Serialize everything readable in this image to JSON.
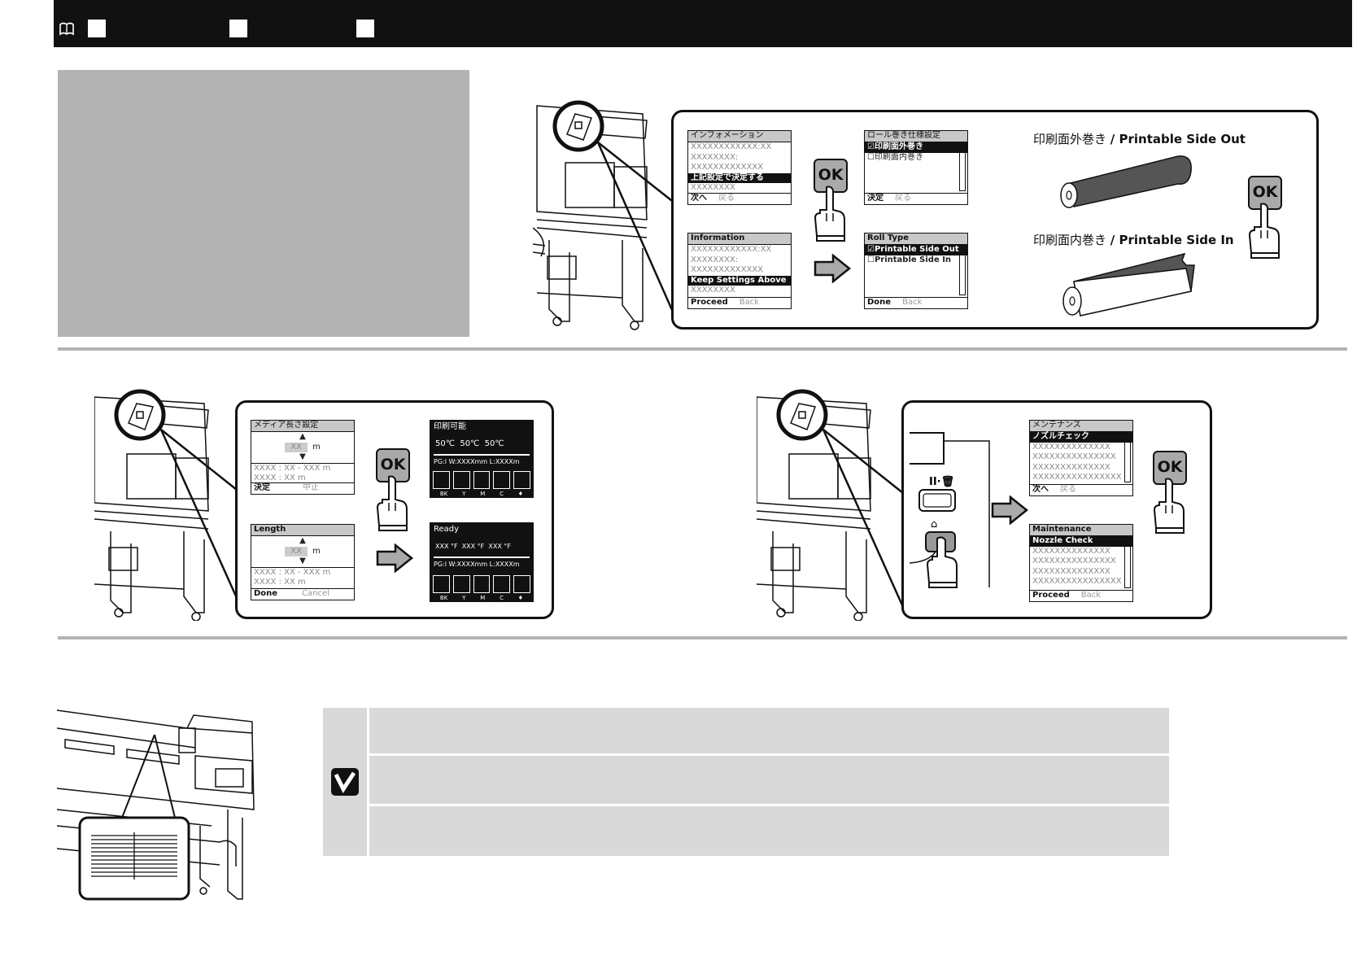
{
  "section1": {
    "lcd_jp_info": {
      "title": "インフォメーション",
      "rows": [
        "XXXXXXXXXXXX:XX",
        "XXXXXXXX:",
        "XXXXXXXXXXXXX",
        "上記設定で決定する",
        "XXXXXXXX"
      ],
      "footer_ok": "次へ",
      "footer_back": "戻る"
    },
    "lcd_en_info": {
      "title": "Information",
      "rows": [
        "XXXXXXXXXXXX:XX",
        "XXXXXXXX:",
        "XXXXXXXXXXXXX",
        "Keep Settings Above",
        "XXXXXXXX"
      ],
      "footer_ok": "Proceed",
      "footer_back": "Back"
    },
    "lcd_jp_roll": {
      "title": "ロール巻き仕様設定",
      "rows": [
        "☑印刷面外巻き",
        "☐印刷面内巻き"
      ],
      "footer_ok": "決定",
      "footer_back": "戻る"
    },
    "lcd_en_roll": {
      "title": "Roll Type",
      "rows": [
        "☑Printable Side Out",
        "☐Printable Side In"
      ],
      "footer_ok": "Done",
      "footer_back": "Back"
    },
    "ok_label": "OK",
    "caption_out_jp": "印刷面外巻き",
    "caption_out_en": "/ Printable Side Out",
    "caption_in_jp": "印刷面内巻き",
    "caption_in_en": "/ Printable Side In"
  },
  "section2": {
    "lcd_jp_length": {
      "title": "メディア長さ設定",
      "value": "XX",
      "unit": "m",
      "range_rows": [
        "XXXX  :  XX - XXX m",
        "XXXX  :  XX m"
      ],
      "footer_ok": "決定",
      "footer_back": "中止"
    },
    "lcd_en_length": {
      "title": "Length",
      "value": "XX",
      "unit": "m",
      "range_rows": [
        "XXXX  :  XX - XXX m",
        "XXXX  :  XX m"
      ],
      "footer_ok": "Done",
      "footer_back": "Cancel"
    },
    "lcd_jp_ready": {
      "title": "印刷可能",
      "temps": [
        "50℃",
        "50℃",
        "50℃"
      ],
      "status_row": "PG:l   W:XXXXmm   L:XXXXm",
      "inks": [
        "BK",
        "Y",
        "M",
        "C",
        "♦"
      ]
    },
    "lcd_en_ready": {
      "title": "Ready",
      "temps": [
        "XXX °F",
        "XXX °F",
        "XXX °F"
      ],
      "status_row": "PG:l   W:XXXXmm   L:XXXXm",
      "inks": [
        "BK",
        "Y",
        "M",
        "C",
        "♦"
      ]
    },
    "ok_label": "OK"
  },
  "section3": {
    "panel_buttons": [
      "II·🗑",
      "⌂"
    ],
    "lcd_jp_maint": {
      "title": "メンテナンス",
      "rows": [
        "ノズルチェック",
        "XXXXXXXXXXXXXX",
        "XXXXXXXXXXXXXXX",
        "XXXXXXXXXXXXXX",
        "XXXXXXXXXXXXXXXX"
      ],
      "footer_ok": "次へ",
      "footer_back": "戻る"
    },
    "lcd_en_maint": {
      "title": "Maintenance",
      "rows": [
        "Nozzle Check",
        "XXXXXXXXXXXXXX",
        "XXXXXXXXXXXXXXX",
        "XXXXXXXXXXXXXX",
        "XXXXXXXXXXXXXXXX"
      ],
      "footer_ok": "Proceed",
      "footer_back": "Back"
    },
    "ok_label": "OK"
  },
  "colors": {
    "topbar": "#111111",
    "gray_box": "#b3b3b3",
    "note_bg": "#d9d9d9",
    "ok_button": "#a9a9a9"
  },
  "icons": {
    "header": "book-icon",
    "note": "check-note-icon"
  }
}
